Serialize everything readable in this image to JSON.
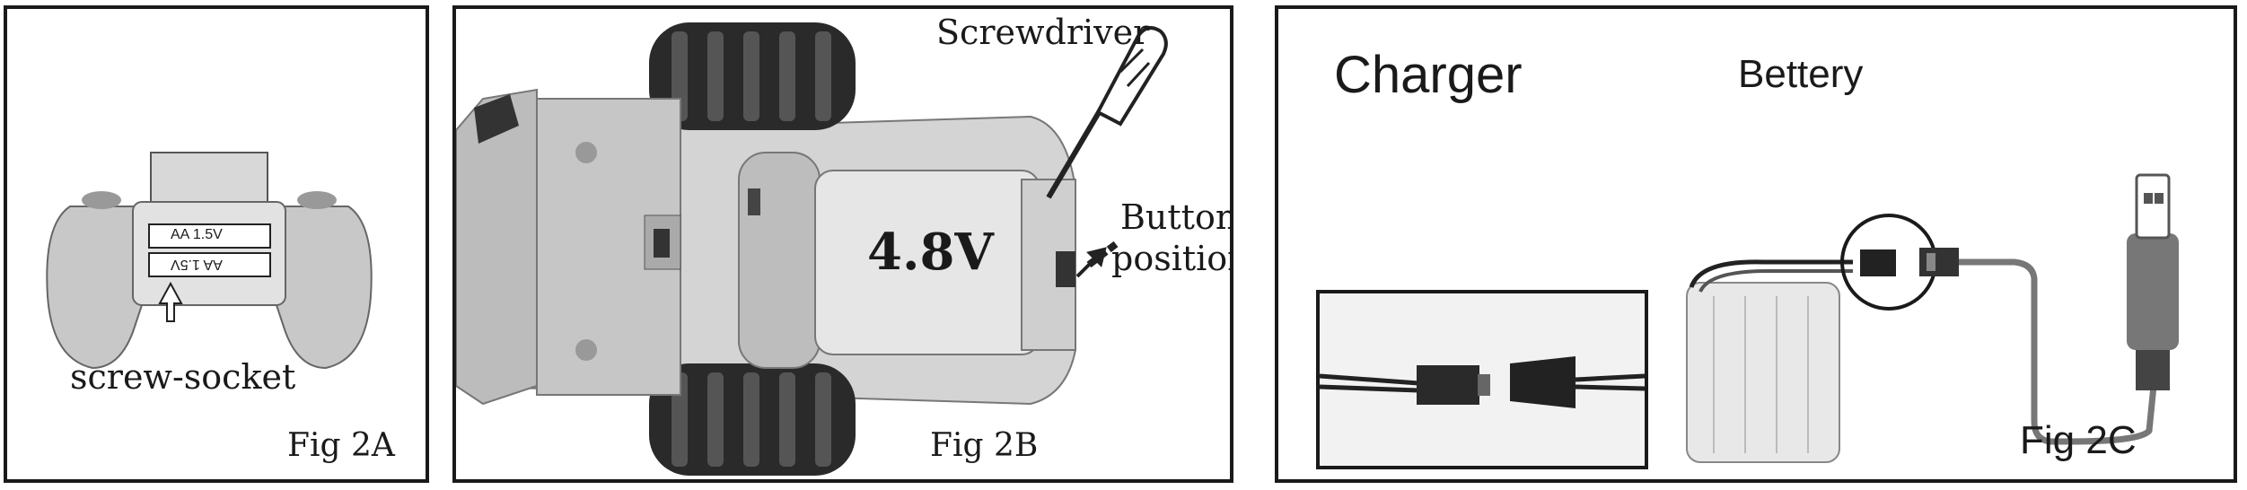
{
  "fig2a": {
    "caption": "Fig 2A",
    "screw_socket_label": "screw-socket",
    "battery_top_label": "AA 1.5V",
    "battery_bottom_label": "AA 1.5V"
  },
  "fig2b": {
    "caption": "Fig 2B",
    "screwdriver_label": "Screwdriver",
    "voltage_label": "4.8V",
    "button_label_line1": "Button",
    "button_label_line2": "position"
  },
  "fig2c": {
    "caption": "Fig 2C",
    "charger_label": "Charger",
    "battery_label": "Bettery"
  }
}
